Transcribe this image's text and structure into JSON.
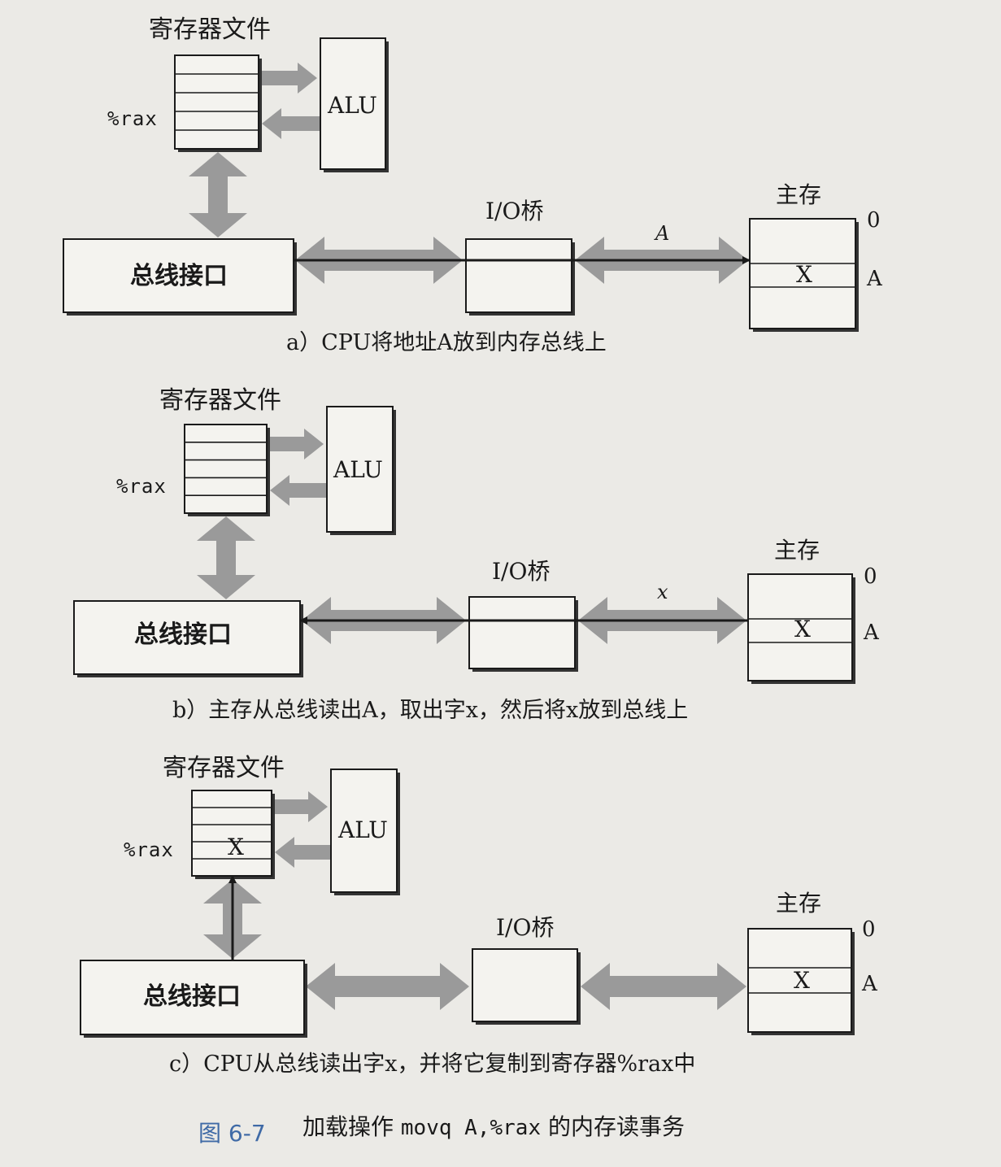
{
  "panels": {
    "a": {
      "regfile": "寄存器文件",
      "rax": "%rax",
      "alu": "ALU",
      "bus_interface": "总线接口",
      "io_bridge": "I/O桥",
      "memory": "主存",
      "addr0": "0",
      "addrA": "A",
      "cell": "X",
      "bus_value": "A",
      "caption": "a）CPU将地址A放到内存总线上"
    },
    "b": {
      "regfile": "寄存器文件",
      "rax": "%rax",
      "alu": "ALU",
      "bus_interface": "总线接口",
      "io_bridge": "I/O桥",
      "memory": "主存",
      "addr0": "0",
      "addrA": "A",
      "cell": "X",
      "bus_value": "x",
      "caption": "b）主存从总线读出A，取出字x，然后将x放到总线上"
    },
    "c": {
      "regfile": "寄存器文件",
      "rax": "%rax",
      "alu": "ALU",
      "rax_value": "X",
      "bus_interface": "总线接口",
      "io_bridge": "I/O桥",
      "memory": "主存",
      "addr0": "0",
      "addrA": "A",
      "cell": "X",
      "caption": "c）CPU从总线读出字x，并将它复制到寄存器%rax中"
    }
  },
  "figure": {
    "number": "图 6-7",
    "title_pre": "加载操作 ",
    "title_code": "movq A,%rax",
    "title_post": " 的内存读事务"
  },
  "colors": {
    "background": "#ebeae6",
    "arrow_gray": "#9a9a9a",
    "figure_number": "#3f6aa6"
  }
}
